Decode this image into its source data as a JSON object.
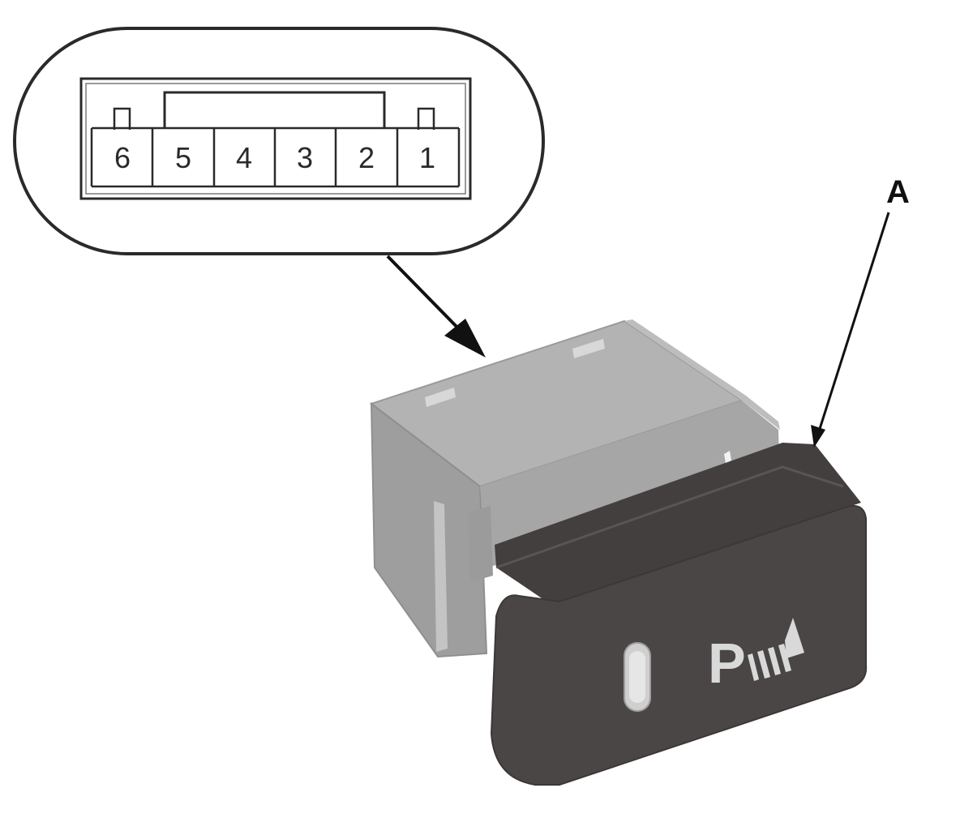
{
  "connector": {
    "pins": [
      "6",
      "5",
      "4",
      "3",
      "2",
      "1"
    ]
  },
  "callout": {
    "label": "A"
  },
  "switch_face": {
    "symbol_text": "P"
  },
  "colors": {
    "outline": "#2a2a2a",
    "housing": "#a3a3a3",
    "housing_dark": "#8c8c8c",
    "cap": "#4a4646",
    "cap_top": "#433f3f",
    "symbol": "#d9d9d9"
  }
}
